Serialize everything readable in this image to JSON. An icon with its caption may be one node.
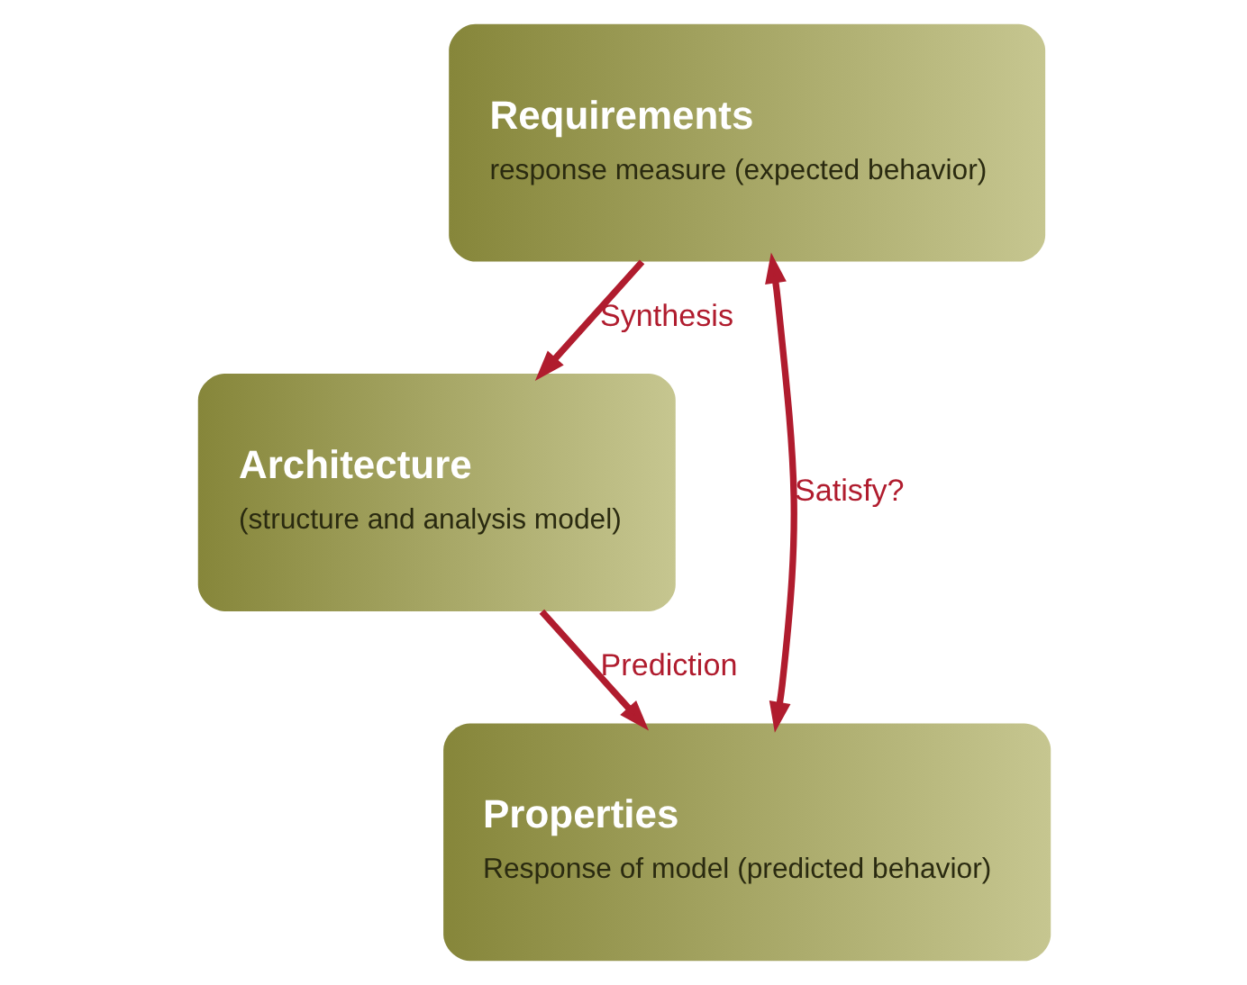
{
  "diagram": {
    "nodes": [
      {
        "text": [
          "Requirements",
          "response measure (expected behavior)"
        ]
      },
      {
        "text": [
          "Architecture",
          "(structure and analysis model)"
        ]
      },
      {
        "text": [
          "Properties",
          "Response of model (predicted behavior)"
        ]
      }
    ],
    "edges": [
      {
        "from": 0,
        "to": 1,
        "arrow": "to",
        "label": "Synthesis"
      },
      {
        "from": 1,
        "to": 2,
        "arrow": "to",
        "label": "Prediction"
      },
      {
        "from": 0,
        "to": 2,
        "arrow": "both",
        "label": "Satisfy?"
      }
    ]
  }
}
